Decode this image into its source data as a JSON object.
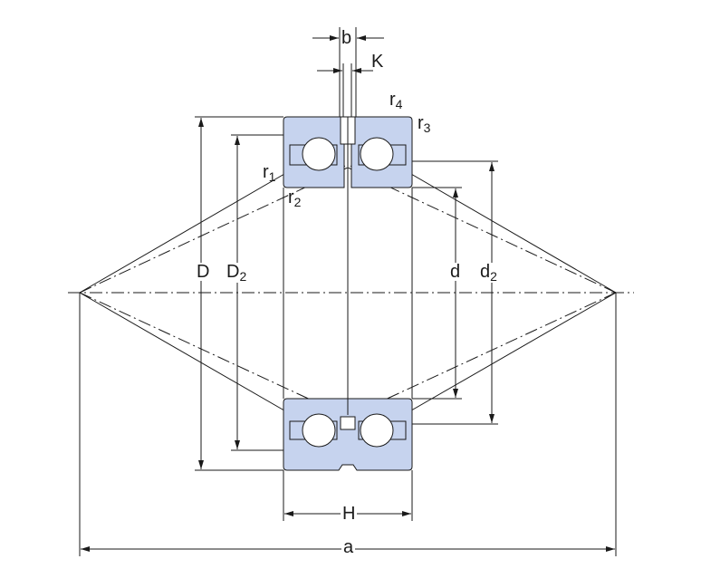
{
  "title": "Double row angular contact ball bearing dimension drawing",
  "labels": {
    "b": "b",
    "K": "K",
    "r4": "r",
    "r4_sub": "4",
    "r3": "r",
    "r3_sub": "3",
    "r1": "r",
    "r1_sub": "1",
    "r2": "r",
    "r2_sub": "2",
    "D": "D",
    "D2": "D",
    "D2_sub": "2",
    "d": "d",
    "d2": "d",
    "d2_sub": "2",
    "H": "H",
    "a": "a"
  },
  "colors": {
    "ring_fill": "#c6d3ee",
    "line": "#1a1a1a"
  }
}
